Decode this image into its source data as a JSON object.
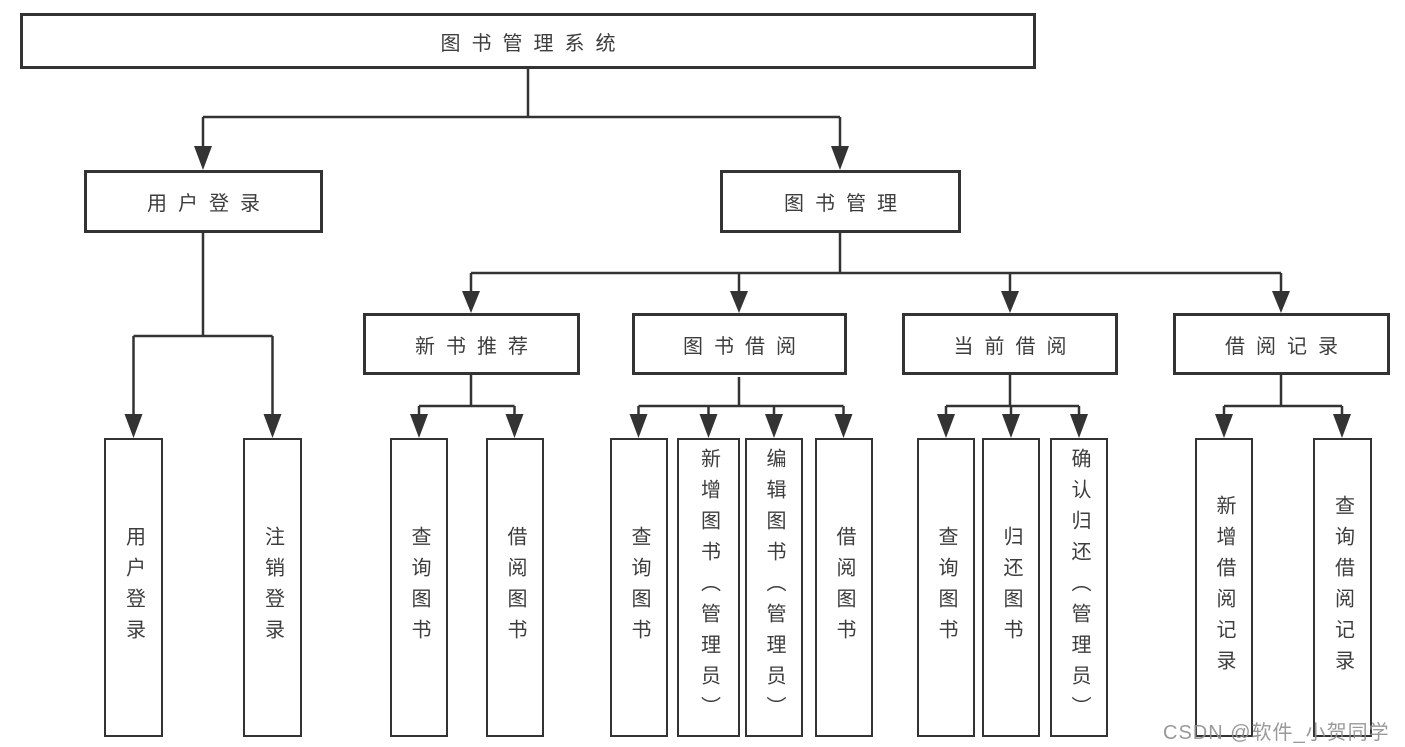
{
  "diagram": {
    "root": {
      "label": "图书管理系统"
    },
    "branches": [
      {
        "label": "用户登录",
        "children": [
          {
            "label": "用户登录"
          },
          {
            "label": "注销登录"
          }
        ]
      },
      {
        "label": "图书管理",
        "children": [
          {
            "label": "新书推荐",
            "children": [
              {
                "label": "查询图书"
              },
              {
                "label": "借阅图书"
              }
            ]
          },
          {
            "label": "图书借阅",
            "children": [
              {
                "label": "查询图书"
              },
              {
                "label": "新增图书（管理员）"
              },
              {
                "label": "编辑图书（管理员）"
              },
              {
                "label": "借阅图书"
              }
            ]
          },
          {
            "label": "当前借阅",
            "children": [
              {
                "label": "查询图书"
              },
              {
                "label": "归还图书"
              },
              {
                "label": "确认归还（管理员）"
              }
            ]
          },
          {
            "label": "借阅记录",
            "children": [
              {
                "label": "新增借阅记录"
              },
              {
                "label": "查询借阅记录"
              }
            ]
          }
        ]
      }
    ]
  },
  "watermark": {
    "text": "CSDN @软件_小贺同学"
  },
  "colors": {
    "line": "#333333",
    "text": "#3d3d3d",
    "box_fill": "#ffffff",
    "background": "#ffffff",
    "watermark": "#8f8f8f"
  }
}
